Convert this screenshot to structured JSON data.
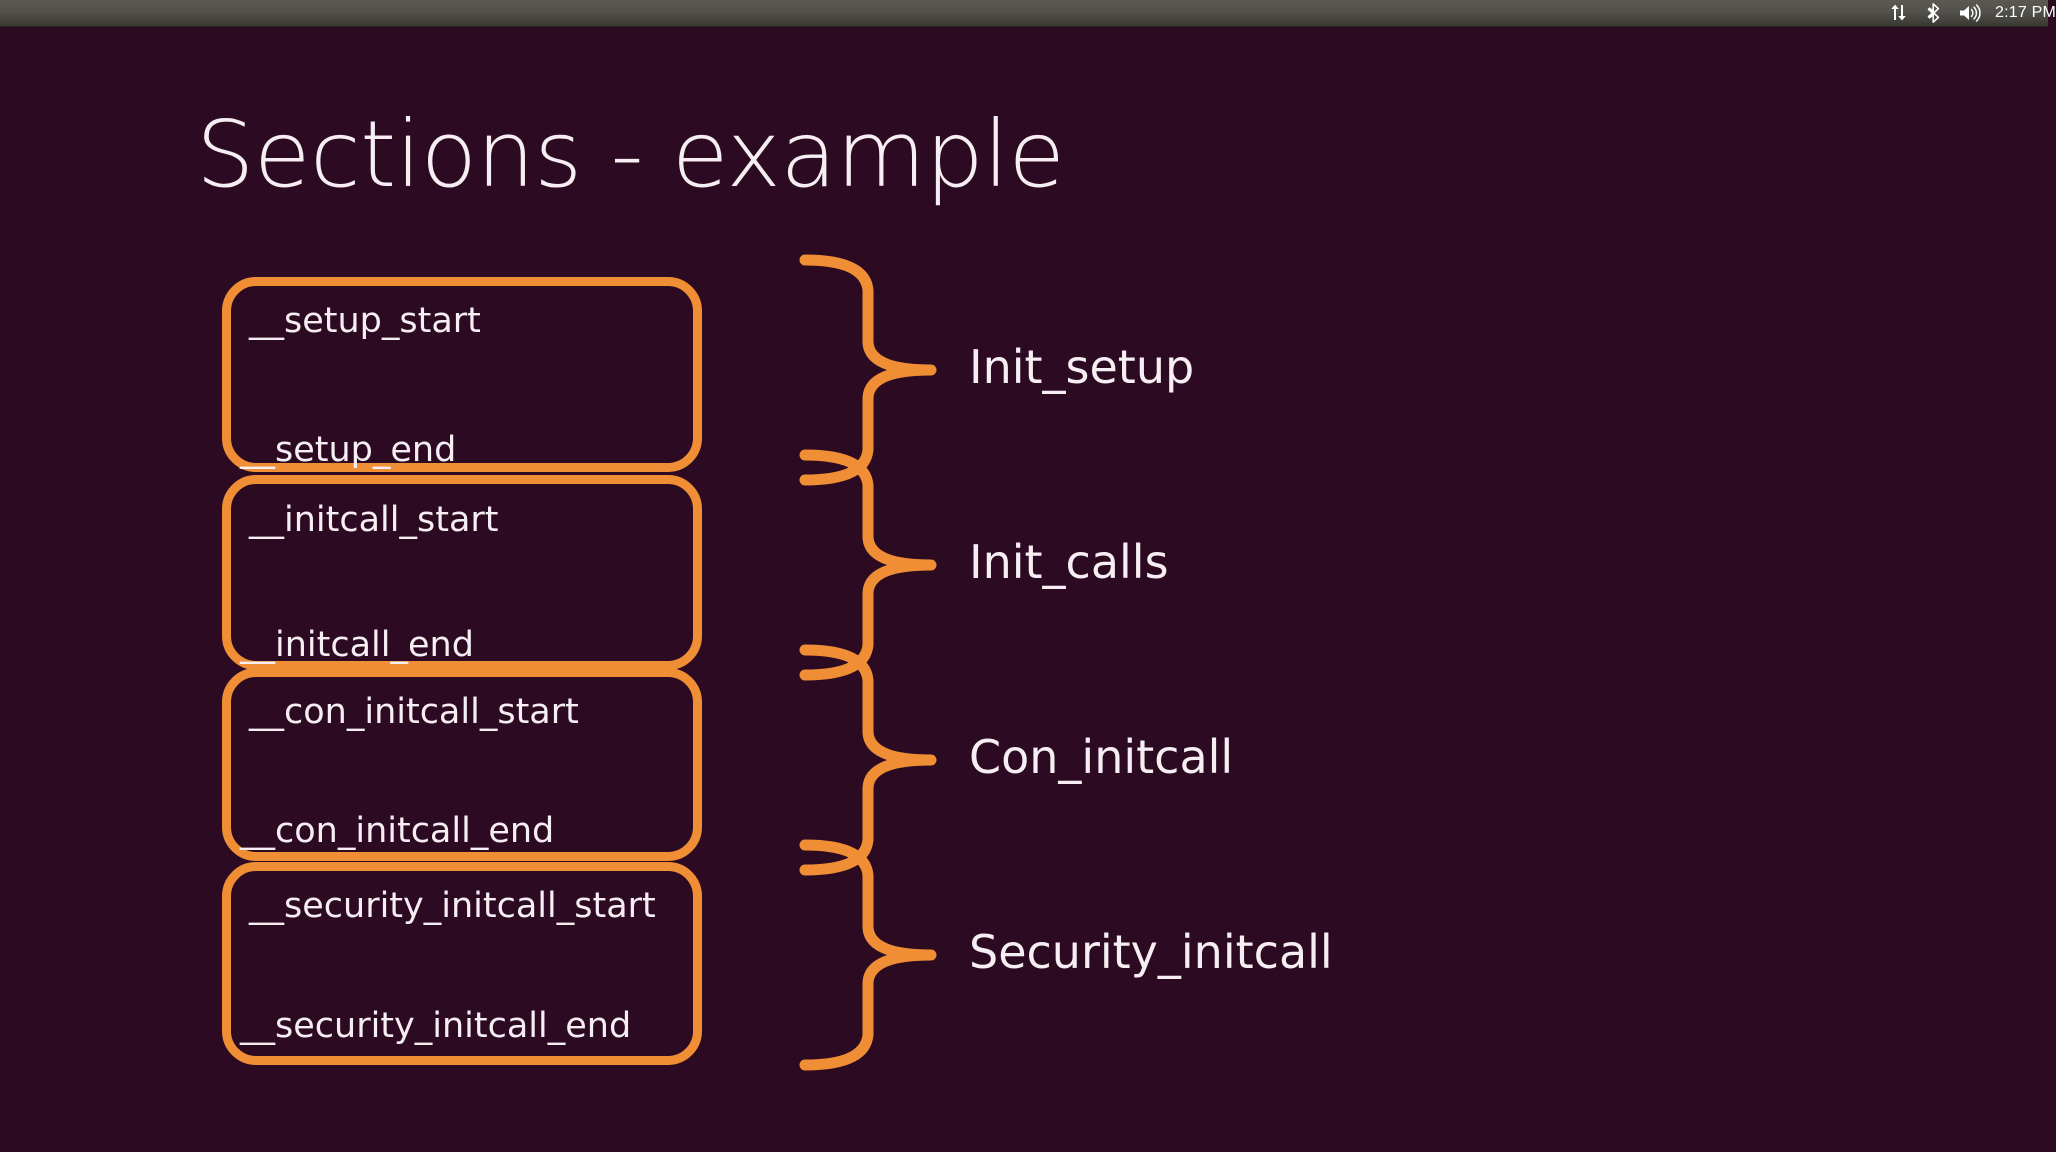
{
  "topbar": {
    "icons": [
      {
        "name": "network-transfer-icon",
        "label": "network"
      },
      {
        "name": "bluetooth-icon",
        "label": "bluetooth"
      },
      {
        "name": "volume-icon",
        "label": "volume"
      }
    ],
    "clock": "2:17 PM"
  },
  "slide": {
    "title": "Sections - example",
    "background_color": "#2c0a22",
    "accent_color": "#ef8e35",
    "text_color": "#f6eef2",
    "boxes": [
      {
        "start": "__setup_start",
        "end": "__setup_end"
      },
      {
        "start": "__initcall_start",
        "end": "__initcall_end"
      },
      {
        "start": "__con_initcall_start",
        "end": "__con_initcall_end"
      },
      {
        "start": "__security_initcall_start",
        "end": "__security_initcall_end"
      }
    ],
    "groups": [
      {
        "label": "Init_setup"
      },
      {
        "label": "Init_calls"
      },
      {
        "label": "Con_initcall"
      },
      {
        "label": "Security_initcall"
      }
    ]
  }
}
